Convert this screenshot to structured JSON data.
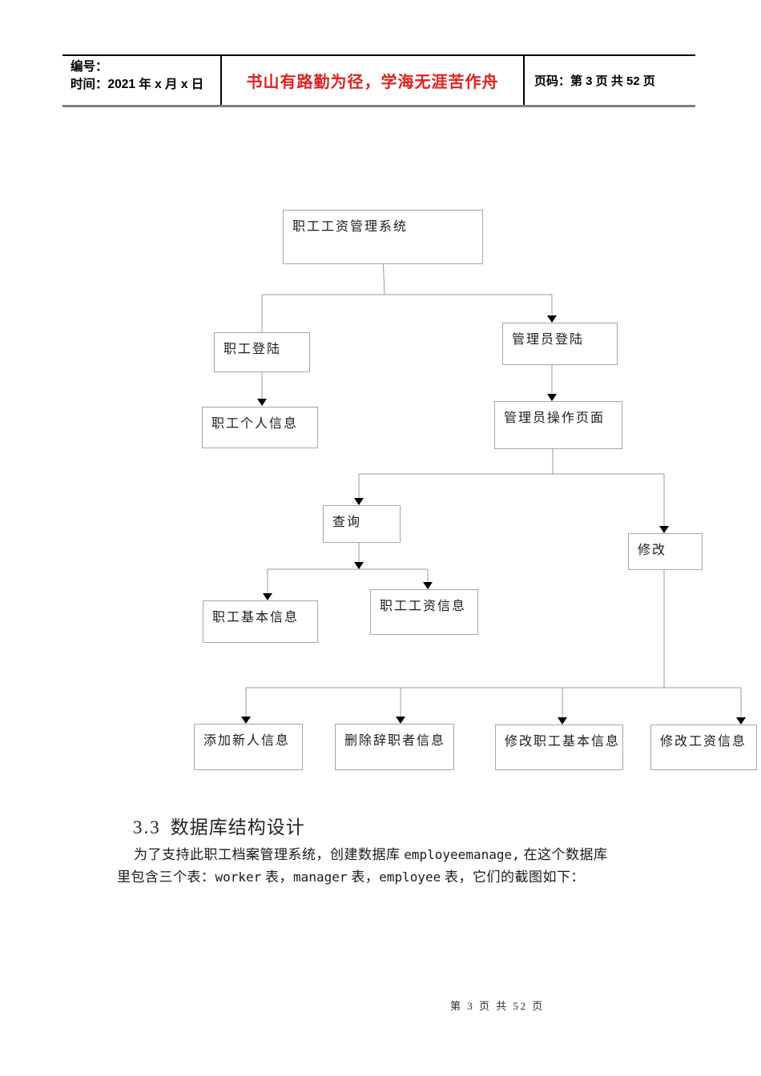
{
  "header": {
    "left_line1": "编号：",
    "left_line2": "时间：2021 年 x 月 x 日",
    "motto": "书山有路勤为径，学海无涯苦作舟",
    "motto_color": "#e02020",
    "page_label": "页码：第 3 页 共 52 页"
  },
  "flowchart": {
    "nodes": {
      "system": "职工工资管理系统",
      "employee_login": "职工登陆",
      "admin_login": "管理员登陆",
      "employee_personal_info": "职工个人信息",
      "admin_operation_page": "管理员操作页面",
      "query": "查询",
      "modify": "修改",
      "employee_basic_info": "职工基本信息",
      "employee_salary_info": "职工工资信息",
      "add_new_employee_info": "添加新人信息",
      "delete_resigned_info": "删除辞职者信息",
      "modify_employee_basic_info": "修改职工基本信息",
      "modify_salary_info": "修改工资信息"
    }
  },
  "section": {
    "heading_number": "3.3",
    "heading_title": "数据库结构设计",
    "para_line1_a": "为了支持此职工档案管理系统，创建数据库 ",
    "para_line1_b": "employeemanage,",
    "para_line1_c": " 在这个数据库",
    "para_line2_a": "里包含三个表：",
    "para_line2_b": "worker",
    "para_line2_c": " 表，",
    "para_line2_d": "manager",
    "para_line2_e": " 表，",
    "para_line2_f": "employee",
    "para_line2_g": " 表，它们的截图如下："
  },
  "footer": {
    "page_info": "第 3 页 共 52 页"
  }
}
